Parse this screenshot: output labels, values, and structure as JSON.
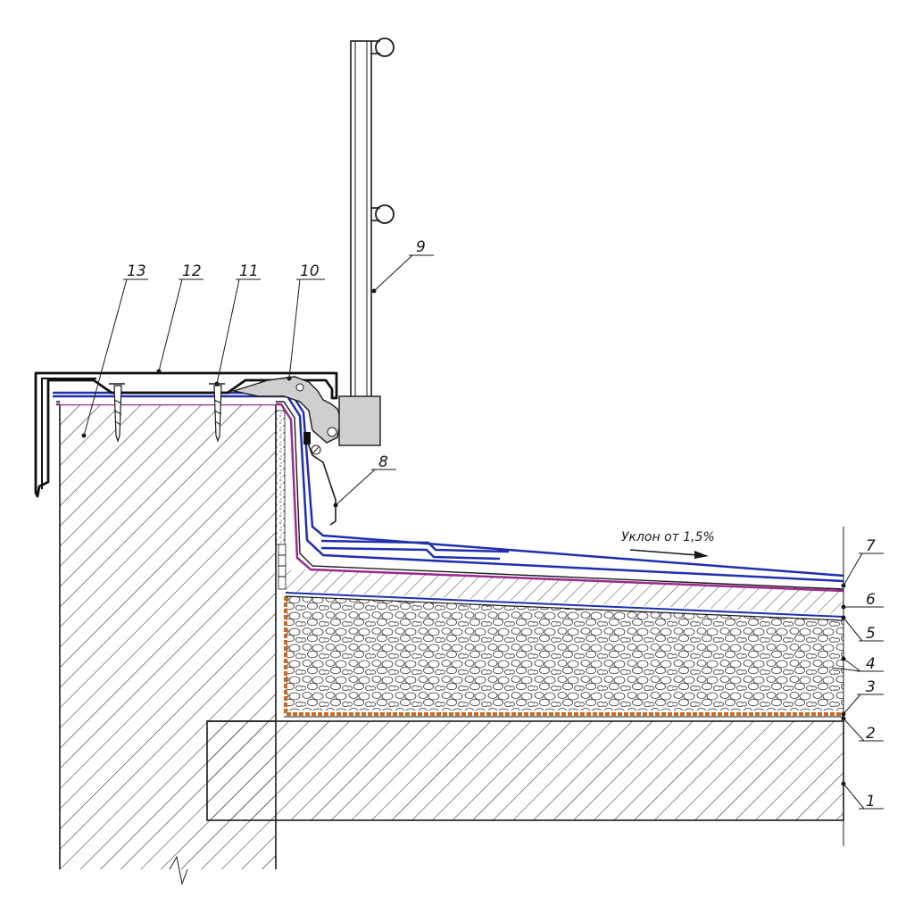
{
  "slope_label": "Уклон от 1,5%",
  "callouts": [
    "1",
    "2",
    "3",
    "4",
    "5",
    "6",
    "7",
    "8",
    "9",
    "10",
    "11",
    "12",
    "13"
  ],
  "colors": {
    "outline": "#1a1a1a",
    "membrane_blue": "#1f2fb0",
    "membrane_purple": "#9a2a8e",
    "vapor_barrier": "#c86b1e",
    "bracket_fill": "#cfcfcf"
  }
}
